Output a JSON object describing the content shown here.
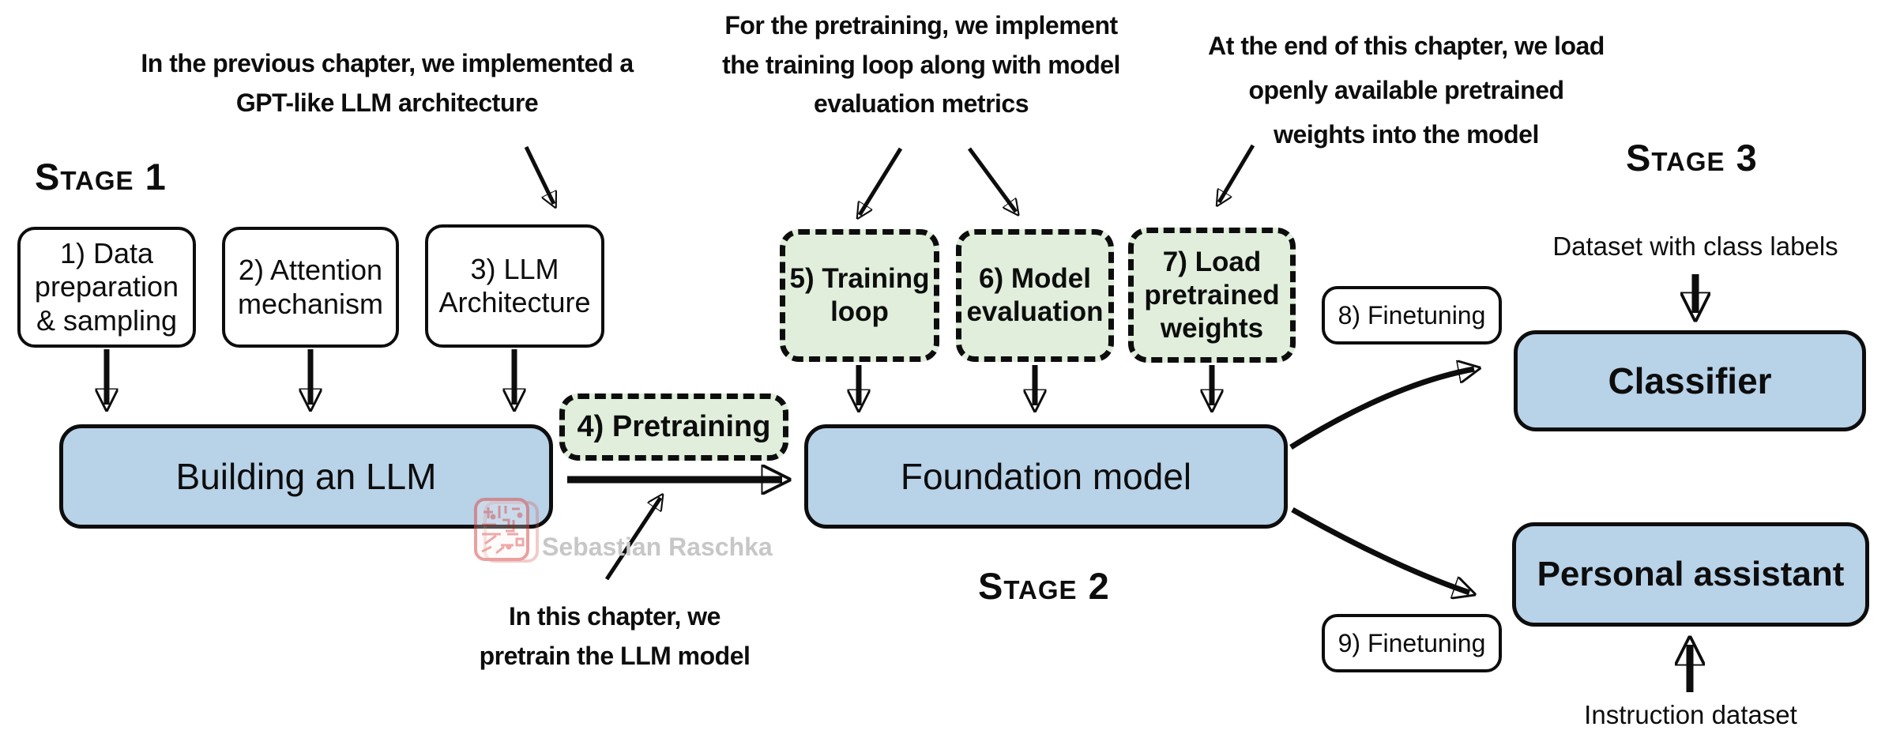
{
  "stages": {
    "stage1": "Stage 1",
    "stage2": "Stage 2",
    "stage3": "Stage 3"
  },
  "annotations": {
    "previous_chapter": {
      "lines": [
        "In the previous chapter, we implemented a",
        "GPT-like LLM architecture"
      ]
    },
    "pretraining_note": {
      "lines": [
        "For the pretraining, we implement",
        "the training loop along with model",
        "evaluation metrics"
      ]
    },
    "load_weights_note": {
      "lines": [
        "At the end of this chapter, we load",
        "openly available pretrained",
        "weights into the model"
      ]
    },
    "this_chapter_note": {
      "lines": [
        "In this chapter, we",
        "pretrain the LLM model"
      ]
    }
  },
  "steps": {
    "step1": {
      "lines": [
        "1) Data",
        "preparation",
        "& sampling"
      ]
    },
    "step2": {
      "lines": [
        "2) Attention",
        "mechanism"
      ]
    },
    "step3": {
      "lines": [
        "3) LLM",
        "Architecture"
      ]
    },
    "step4": {
      "label": "4) Pretraining"
    },
    "step5": {
      "lines": [
        "5) Training",
        "loop"
      ]
    },
    "step6": {
      "lines": [
        "6) Model",
        "evaluation"
      ]
    },
    "step7": {
      "lines": [
        "7) Load",
        "pretrained",
        "weights"
      ]
    },
    "step8": {
      "label": "8) Finetuning"
    },
    "step9": {
      "label": "9) Finetuning"
    }
  },
  "models": {
    "building_llm": "Building an LLM",
    "foundation_model": "Foundation model",
    "classifier": "Classifier",
    "personal_assistant": "Personal assistant"
  },
  "io_labels": {
    "class_dataset": "Dataset with class labels",
    "instruction_dataset": "Instruction dataset"
  },
  "watermark": {
    "author": "Sebastian Raschka"
  },
  "colors": {
    "box_blue": "#b8d2e8",
    "box_green": "#e0eedb",
    "border": "#0d0d0d",
    "watermark_red": "#e0908d",
    "watermark_gray": "#c7c7c7"
  }
}
